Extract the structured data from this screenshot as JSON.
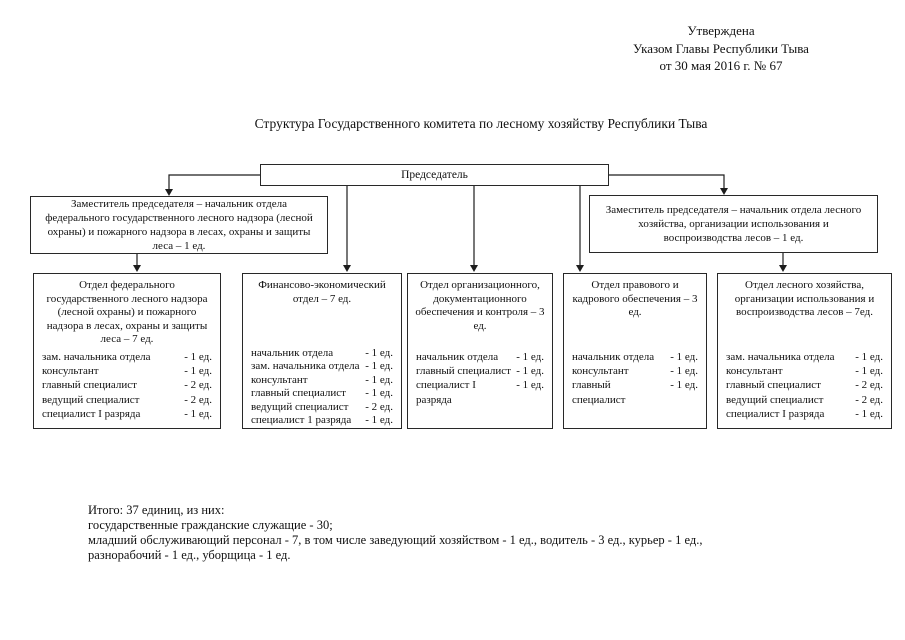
{
  "approval": {
    "lines": [
      "Утверждена",
      "Указом Главы Республики Тыва",
      "от 30 мая 2016 г. № 67"
    ]
  },
  "title": "Структура Государственного комитета по  лесному хозяйству Республики Тыва",
  "chairman": {
    "label": "Председатель"
  },
  "deputies": [
    {
      "label": "Заместитель председателя – начальник отдела федерального государственного лесного надзора (лесной охраны) и пожарного надзора в лесах, охраны и защиты леса – 1 ед."
    },
    {
      "label": "Заместитель председателя – начальник  отдела лесного хозяйства, организации использования и воспроизводства лесов – 1 ед."
    }
  ],
  "departments": [
    {
      "title": "Отдел федерального государственного  лесного надзора (лесной охраны) и пожарного надзора в лесах, охраны и защиты леса – 7 ед.",
      "staff": [
        {
          "role": "зам. начальника отдела",
          "count": "- 1 ед."
        },
        {
          "role": "консультант",
          "count": "- 1 ед."
        },
        {
          "role": "главный специалист",
          "count": "- 2 ед."
        },
        {
          "role": "ведущий специалист",
          "count": "- 2 ед."
        },
        {
          "role": "специалист I разряда",
          "count": "- 1 ед."
        }
      ]
    },
    {
      "title": "Финансово-экономический отдел – 7 ед.",
      "staff": [
        {
          "role": "начальник отдела",
          "count": "- 1 ед."
        },
        {
          "role": "зам. начальника отдела",
          "count": "- 1 ед."
        },
        {
          "role": "консультант",
          "count": "- 1 ед."
        },
        {
          "role": "главный специалист",
          "count": "- 1 ед."
        },
        {
          "role": "ведущий специалист",
          "count": "- 2 ед."
        },
        {
          "role": "специалист 1 разряда",
          "count": "- 1 ед."
        }
      ]
    },
    {
      "title": "Отдел организационного, документационного обеспечения и контроля – 3 ед.",
      "staff": [
        {
          "role": "начальник отдела",
          "count": "- 1 ед."
        },
        {
          "role": "главный специалист",
          "count": "- 1 ед."
        },
        {
          "role": "специалист I разряда",
          "count": "- 1 ед."
        }
      ]
    },
    {
      "title": "Отдел правового и кадрового обеспечения – 3 ед.",
      "staff": [
        {
          "role": "начальник отдела",
          "count": "- 1 ед."
        },
        {
          "role": "консультант",
          "count": "- 1 ед."
        },
        {
          "role": "главный специалист",
          "count": "- 1 ед."
        }
      ]
    },
    {
      "title": "Отдел лесного хозяйства, организации использования и воспроизводства лесов – 7ед.",
      "staff": [
        {
          "role": "зам. начальника отдела",
          "count": "- 1 ед."
        },
        {
          "role": "консультант",
          "count": "- 1 ед."
        },
        {
          "role": "главный  специалист",
          "count": "- 2 ед."
        },
        {
          "role": "ведущий специалист",
          "count": "- 2 ед."
        },
        {
          "role": "специалист I разряда",
          "count": "- 1 ед."
        }
      ]
    }
  ],
  "summary": {
    "lines": [
      "Итого: 37 единиц, из них:",
      "государственные гражданские служащие - 30;",
      "младший обслуживающий персонал - 7, в том числе заведующий хозяйством - 1 ед., водитель - 3 ед., курьер - 1 ед.,",
      "разнорабочий - 1 ед., уборщица - 1 ед."
    ]
  }
}
